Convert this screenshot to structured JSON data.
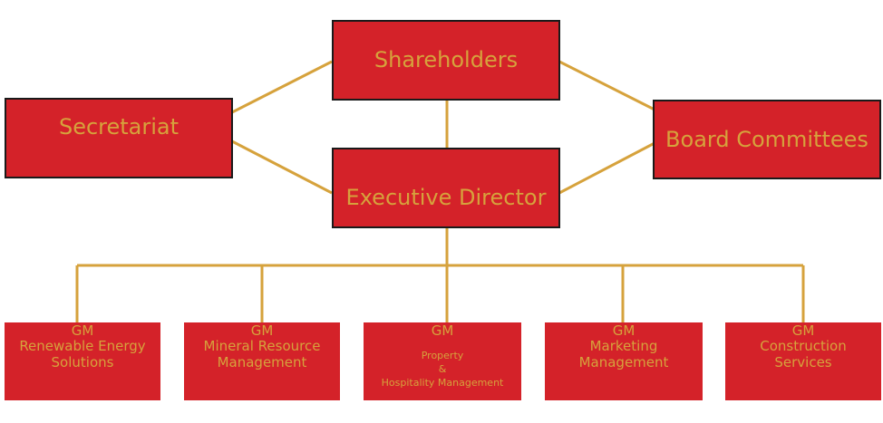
{
  "colors": {
    "box_fill": "#d42229",
    "text": "#d6a23c",
    "connector": "#d6a23c",
    "border": "#1a1a1a"
  },
  "nodes": {
    "shareholders": "Shareholders",
    "secretariat": "Secretariat",
    "executive_director": "Executive Director",
    "board_committees": "Board Committees"
  },
  "gm_units": [
    {
      "title": "GM",
      "lines": [
        "Renewable Energy",
        "Solutions"
      ]
    },
    {
      "title": "GM",
      "lines": [
        "Mineral Resource",
        "Management"
      ]
    },
    {
      "title": "GM",
      "lines": [
        "Property",
        "&",
        "Hospitality Management"
      ]
    },
    {
      "title": "GM",
      "lines": [
        "Marketing",
        "Management"
      ]
    },
    {
      "title": "GM",
      "lines": [
        "Construction",
        "Services"
      ]
    }
  ]
}
